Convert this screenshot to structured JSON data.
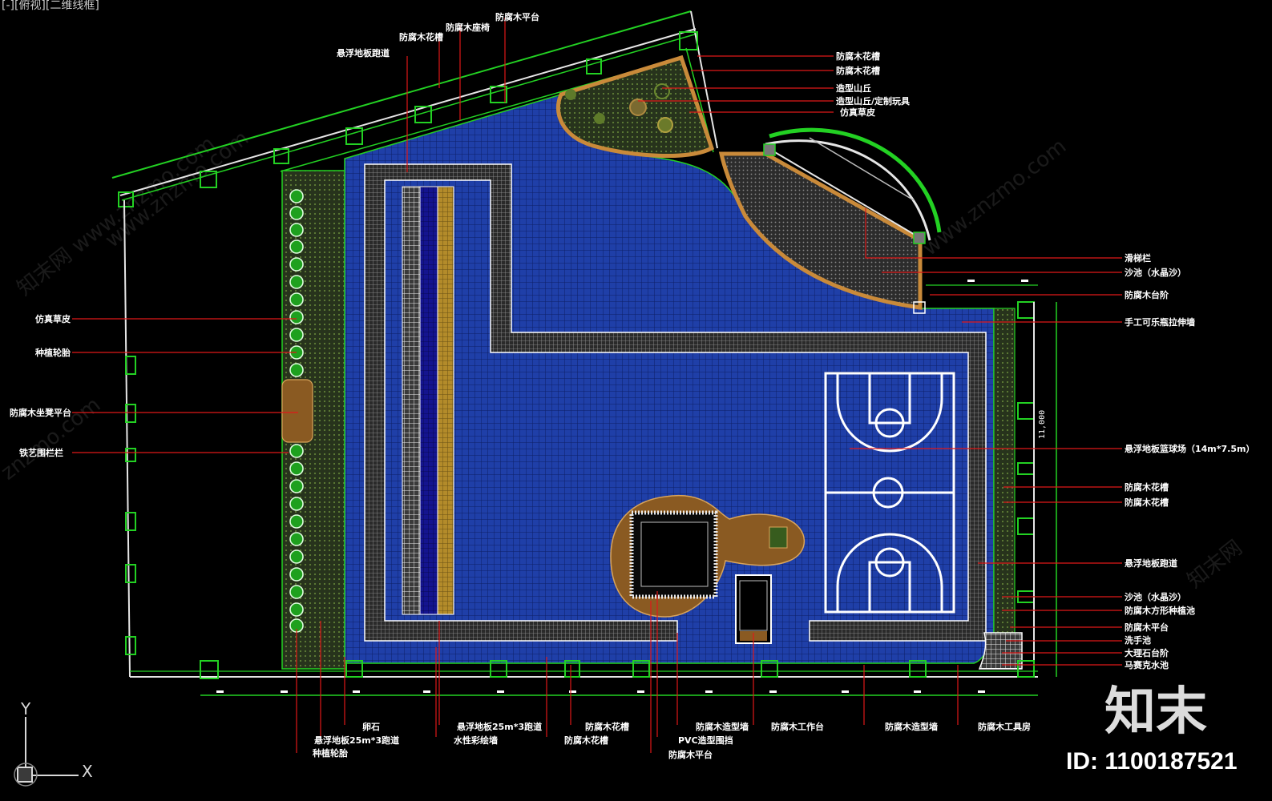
{
  "viewport_label": "[-][俯视][二维线框]",
  "brand": {
    "text": "知末",
    "id_label": "ID: 1100187521"
  },
  "watermarks": [
    "www.znzmo.com",
    "知末网 www.znzmo.com",
    "www.znzmo.com",
    "znzmo.com",
    "知末网"
  ],
  "ucs": {
    "x_label": "X",
    "y_label": "Y"
  },
  "dimension_text": "11,000",
  "colors": {
    "background": "#000000",
    "water": "#1f3fa8",
    "wall_green": "#23d123",
    "leader_red": "#e01818",
    "court_line": "#ffffff",
    "wood": "#8a5a22",
    "planting": "#3f5a2a"
  },
  "labels": {
    "top": [
      "悬浮地板跑道",
      "防腐木花槽",
      "防腐木座椅",
      "防腐木平台"
    ],
    "right": [
      "防腐木花槽",
      "防腐木花槽",
      "造型山丘",
      "造型山丘/定制玩具",
      "仿真草皮",
      "滑梯栏",
      "沙池（水晶沙）",
      "防腐木台阶",
      "手工可乐瓶拉伸墙",
      "悬浮地板篮球场（14m*7.5m）",
      "防腐木花槽",
      "防腐木花槽",
      "悬浮地板跑道",
      "沙池（水晶沙）",
      "防腐木方形种植池",
      "防腐木平台",
      "洗手池",
      "大理石台阶",
      "马赛克水池"
    ],
    "left": [
      "仿真草皮",
      "种植轮胎",
      "防腐木坐凳平台",
      "铁艺围栏栏"
    ],
    "bottom": [
      "种植轮胎",
      "悬浮地板25m*3跑道",
      "卵石",
      "悬浮地板25m*3跑道",
      "水性彩绘墙",
      "防腐木花槽",
      "防腐木花槽",
      "PVC造型围挡",
      "防腐木平台",
      "防腐木造型墙",
      "防腐木工作台",
      "防腐木造型墙",
      "防腐木工具房"
    ]
  }
}
